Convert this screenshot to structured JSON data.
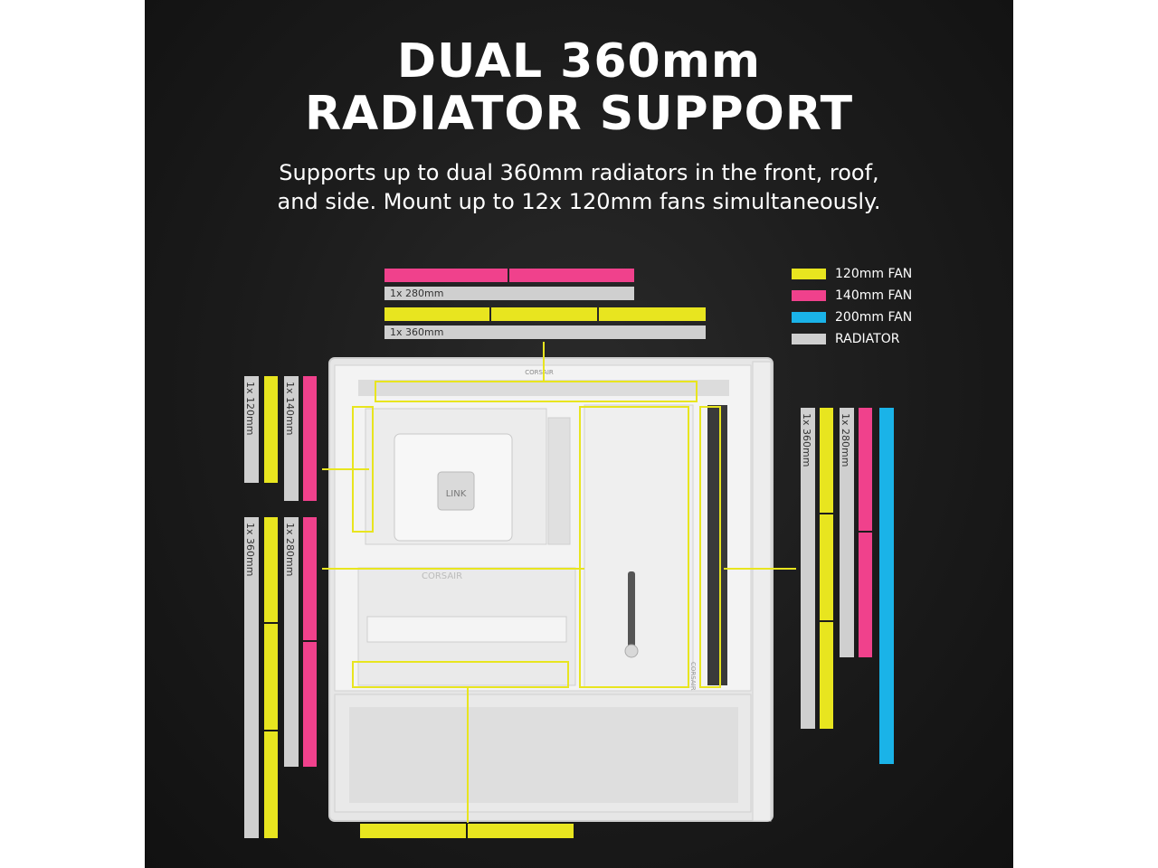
{
  "title": {
    "line1": "DUAL 360mm",
    "line2": "RADIATOR SUPPORT"
  },
  "subtitle": {
    "line1": "Supports up to dual 360mm radiators in the front, roof,",
    "line2": "and side. Mount up to 12x 120mm fans simultaneously."
  },
  "legend": [
    {
      "label": "120mm FAN",
      "color": "#e8e51f"
    },
    {
      "label": "140mm FAN",
      "color": "#f0418c"
    },
    {
      "label": "200mm FAN",
      "color": "#1ab3e8"
    },
    {
      "label": "RADIATOR",
      "color": "#cfcfcf"
    }
  ],
  "top": {
    "radiator_280": "1x 280mm",
    "radiator_360": "1x 360mm"
  },
  "rear": {
    "radiator_120": "1x 120mm",
    "radiator_140": "1x 140mm"
  },
  "side": {
    "radiator_360": "1x 360mm",
    "radiator_280": "1x 280mm"
  },
  "front": {
    "radiator_360": "1x 360mm",
    "radiator_280": "1x 280mm"
  },
  "case": {
    "brand_top": "CORSAIR",
    "brand_mid": "CORSAIR",
    "brand_side": "CORSAIR",
    "link_logo": "LINK"
  }
}
